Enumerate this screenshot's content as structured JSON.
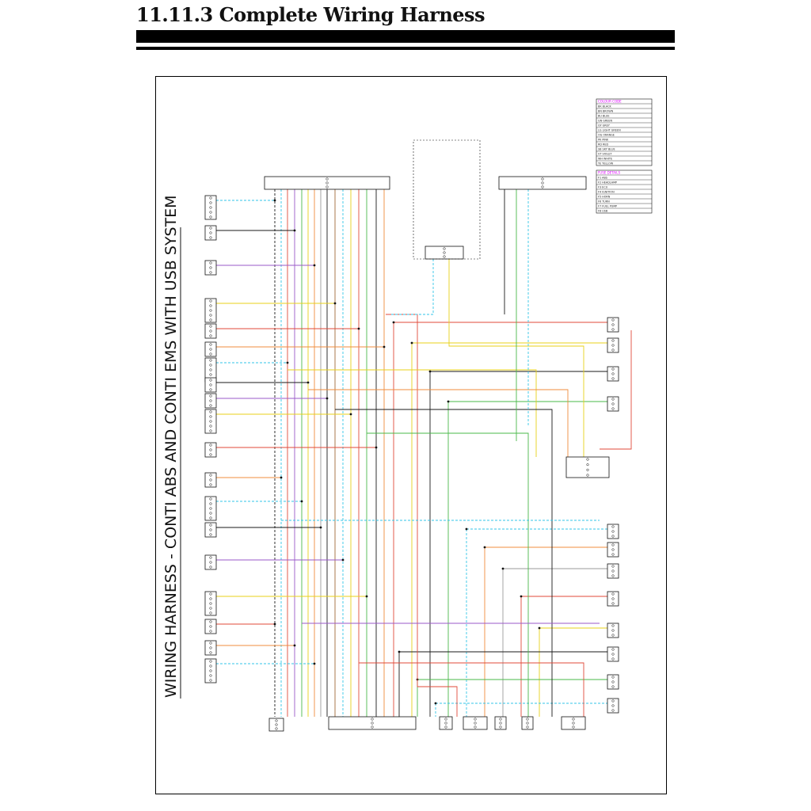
{
  "page": {
    "heading": "11.11.3 Complete Wiring Harness"
  },
  "diagram": {
    "title": "WIRING HARNESS - CONTI ABS AND CONTI EMS WITH USB SYSTEM",
    "colour_code": {
      "header": "COLOUR CODE",
      "entries": [
        "BK BLACK",
        "BN BROWN",
        "BU BLUE",
        "GN GREEN",
        "GY GREY",
        "LG LIGHT GREEN",
        "OG ORANGE",
        "PK PINK",
        "RD RED",
        "SB SKY BLUE",
        "VT VIOLET",
        "WH WHITE",
        "YE YELLOW"
      ]
    },
    "fuse_details": {
      "header": "FUSE DETAILS",
      "rows": [
        "F1 ABS",
        "F2 HEADLAMP",
        "F3 ECU",
        "F4 IGNITION",
        "F5 HORN",
        "F6 TURN",
        "F7 FUEL PUMP",
        "F8 USB"
      ]
    },
    "colors": {
      "wire_red": "#e04a3a",
      "wire_yellow": "#e8d21a",
      "wire_cyan": "#33c6e8",
      "wire_orange": "#f08c3c",
      "wire_green": "#4ab84a",
      "wire_violet": "#9a5ac8",
      "wire_black": "#1a1a1a",
      "wire_grey": "#9a9a9a",
      "wire_brown": "#a06a3a"
    }
  }
}
